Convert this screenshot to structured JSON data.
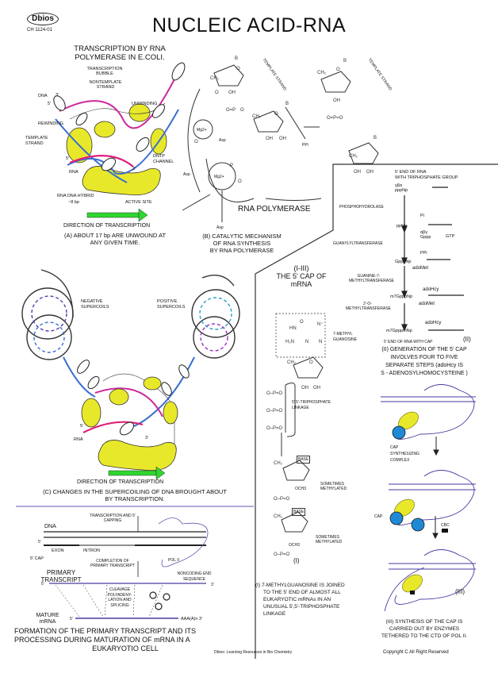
{
  "header": {
    "logo": "Dbios",
    "code": "CH 1124-01",
    "title": "NUCLEIC ACID-RNA"
  },
  "panel_a": {
    "title_line1": "TRANSCRIPTION BY RNA",
    "title_line2": "POLYMERASE IN E.Coli.",
    "labels": {
      "bubble": "TRANSCRIPTION BUBBLE",
      "nontemplate": "NONTEMPLATE STRAND",
      "dna": "DNA",
      "dna_3": "3'",
      "dna_5": "5'",
      "unwinding": "UNWINDING",
      "rewinding": "REWINDING",
      "template": "TEMPLATE STRAND",
      "rna_5": "5'",
      "rna": "RNA",
      "rna_3": "3'",
      "dntp": "dNTP CHANNEL",
      "hybrid": "RNA DNA HYBRID",
      "hybrid_bp": "~8 bp",
      "active_site": "ACTIVE SITE"
    },
    "direction": "DIRECTION OF TRANSCRIPTION",
    "caption_line1": "(A) ABOUT 17 bp ARE UNWOUND AT",
    "caption_line2": "ANY GIVEN TIME."
  },
  "panel_b": {
    "labels": {
      "template1": "TEMPLATE STRAND",
      "template2": "TEMPLATE STRAND",
      "mg1": "Mg2+",
      "mg2": "Mg2+",
      "asp1": "Asp",
      "asp2": "Asp",
      "asp3": "Asp",
      "ppi": "PPi",
      "base": "B",
      "oh": "OH"
    },
    "enzyme": "RNA POLYMERASE",
    "caption_line1": "(B) CATALYTIC MECHANISM",
    "caption_line2": "OF RNA SYNTHESIS",
    "caption_line3": "BY RNA POLYMERASE"
  },
  "panel_c": {
    "negative": "NEGATIVE SUPERCOILS",
    "positive": "POSITIVE SUPERCOILS",
    "rna_5": "5'",
    "rna": "RNA",
    "rna_3": "3'",
    "direction": "DIRECTION OF TRANSCRIPTION",
    "caption_line1": "(C) CHANGES IN THE SUPERCOILING  OF DNA BROUGHT ABOUT",
    "caption_line2": "BY TRANSCRIPTION."
  },
  "panel_d": {
    "dna": "DNA",
    "five": "5'",
    "exon": "EXON",
    "intron": "INTRON",
    "cap": "5' CAP",
    "transcription_capping": "TRANSCRIPTION AND 5' CAPPING",
    "pol2": "POL II",
    "completion": "COMPLETION OF PRIMARY TRANSCRIPT",
    "primary": "PRIMARY TRANSCRIPT",
    "noncoding": "NONCODING END SEQUENCE",
    "three": "3'",
    "cleavage": "CLEAVAGE POLYADENY- LATION AND SPLICING",
    "mature": "MATURE mRNA",
    "polya": "AAA(A)n 3'",
    "caption_line1": "FORMATION OF THE PRIMARY TRANSCRIPT AND ITS",
    "caption_line2": "PROCESSING DURING MATURATION OF mRNA IN A",
    "caption_line3": "EUKARYOTIO CELL"
  },
  "panel_cap_structure": {
    "heading_ref": "(I-III)",
    "heading_line1": "THE 5' CAP OF",
    "heading_line2": "mRNA",
    "methyl_guanosine": "7-METHYL GUANOSINE",
    "linkage": "5',5'-TRIPHOSPHATE LINKAGE",
    "base": "BASE",
    "sometimes1": "SOMETIMES METHYLATED",
    "sometimes2": "SOMETIMES METHYLATED",
    "och3": "OCH3",
    "roman": "(I)",
    "caption": [
      "(I) 7-METHYLGUANOSINE IS JOINED",
      "TO THE 5' END OF ALMOST ALL",
      "EUKARYOTIC mRNAs IN AN",
      "UNUSUAL 5',5'-TRIPHOSPHATE",
      "LINKAGE"
    ]
  },
  "panel_ii": {
    "start_line1": "5' END OF RNA",
    "start_line2": "WITH TRIPHOSPHATE GROUP",
    "s0": "γβα pppNp",
    "e1": "PHOSPHOHYDROLASE",
    "p1": "Pi",
    "s1": "ppNp",
    "e2": "GUANYLYLTRANSFERASE",
    "in2": "αβγ Gppp",
    "gtp": "GTP",
    "p2": "PPi",
    "s2": "GpppNp",
    "e3": "GUANINE-7- METHYLTRANSFERASE",
    "in3": "adoMet",
    "p3": "adoHcy",
    "s3": "m7GpppNp",
    "e4": "2'-O- METHYLTRANSFERASE",
    "in4": "adoMet",
    "p4": "adoHcy",
    "s4": "m7GpppmNp",
    "end": "5' END OF RNA WITH CAP",
    "roman": "(II)",
    "caption": [
      "(II) GENERATION OF THE 5' CAP",
      "INVOLVES FOUR TO FIVE",
      "SEPARATE STEPS (adoHcy IS",
      "S - ADENOSYLHOMOCYSTEINE )"
    ]
  },
  "panel_iii": {
    "complex": "CAP SYNTHESIZING COMPLEX",
    "cap": "CAP",
    "cbc": "CBC",
    "roman": "(III)",
    "caption": [
      "(III) SYNTHESIS OF THE CAP IS",
      "CARRIED OUT BY ENZYMES",
      "TETHERED TO THE CTD OF POL II."
    ]
  },
  "footer": {
    "left": "Dbios: Learning Resources in Bio Chemistry",
    "right": "Copyright C All Right Reserved"
  },
  "colors": {
    "yellow": "#e8e82a",
    "green_arrow": "#2fd62f",
    "magenta": "#cc2a9a",
    "blue": "#3a6fd0",
    "cap_blue": "#1e8ad6",
    "purple_line": "#6a4fb0"
  }
}
